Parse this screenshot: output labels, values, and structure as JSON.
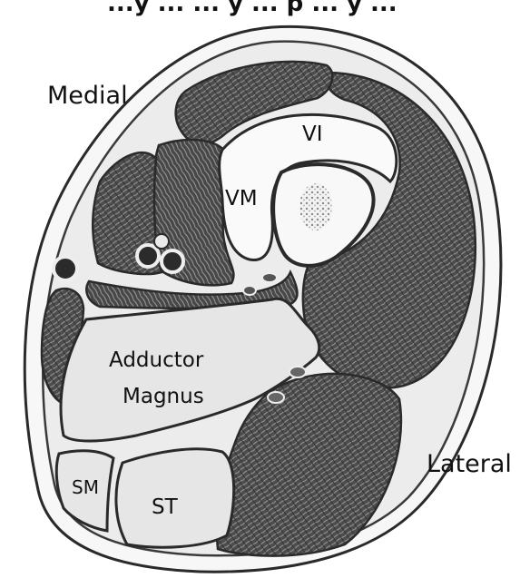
{
  "figure": {
    "header_text": "...y ... ... y ... p ... y ...",
    "labels": {
      "medial": "Medial",
      "lateral": "Lateral",
      "vi": "VI",
      "vm": "VM",
      "adductor_line1": "Adductor",
      "adductor_line2": "Magnus",
      "sm": "SM",
      "st": "ST"
    }
  },
  "colors": {
    "muscle_fill": "#555555",
    "pale_fill": "#e6e6e6",
    "outline": "#2a2a2a",
    "background": "#ffffff"
  }
}
